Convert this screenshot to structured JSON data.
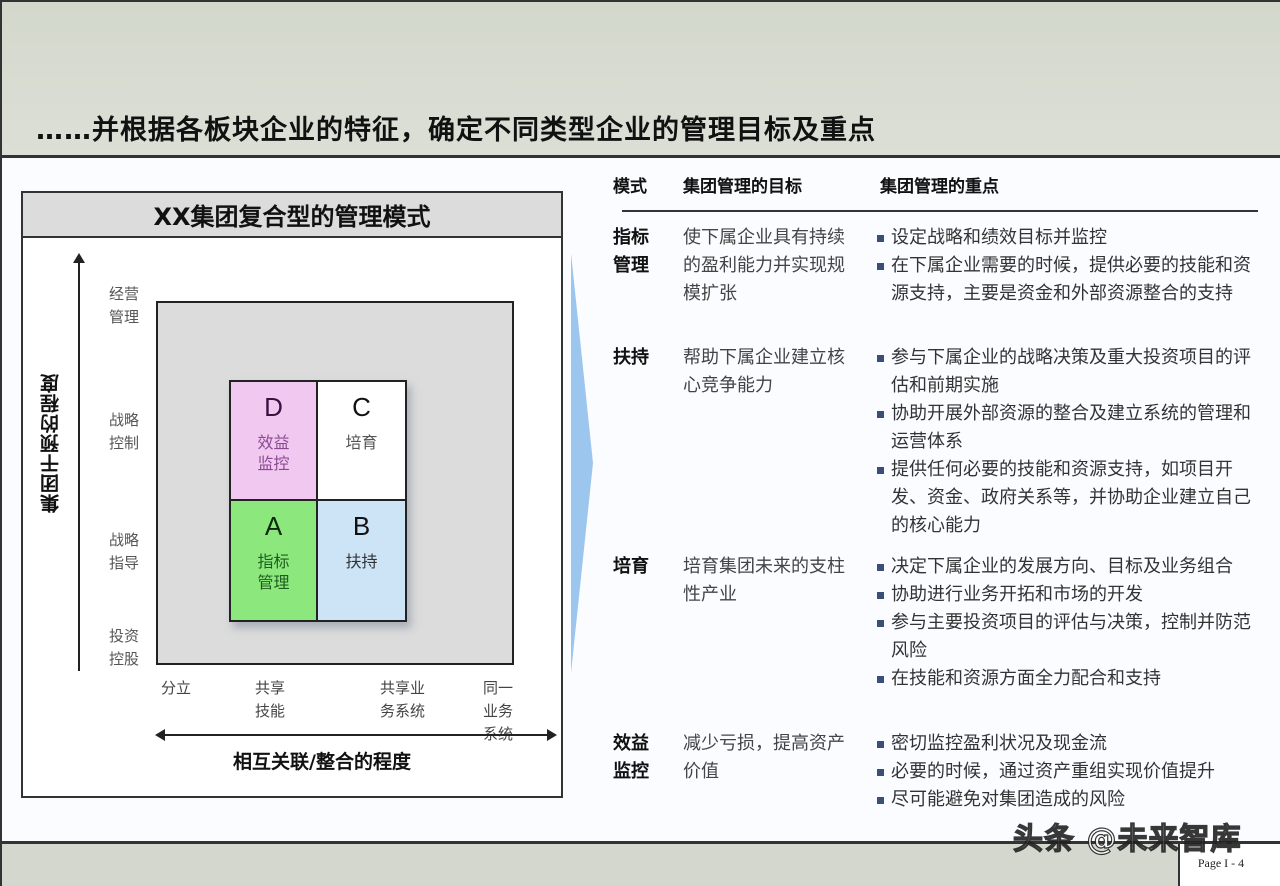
{
  "slide": {
    "title": "……并根据各板块企业的特征，确定不同类型企业的管理目标及重点",
    "page_number": "Page I - 4",
    "watermark": "头条 @未来智库"
  },
  "diagram": {
    "title": "XX集团复合型的管理模式",
    "y_axis_title": "集团干预的程度",
    "x_axis_title": "相互关联/整合的程度",
    "y_ticks": [
      {
        "label": "经营\n管理"
      },
      {
        "label": "战略\n控制"
      },
      {
        "label": "战略\n指导"
      },
      {
        "label": "投资\n控股"
      }
    ],
    "x_ticks": [
      {
        "label": "分立"
      },
      {
        "label": "共享\n技能"
      },
      {
        "label": "共享业\n务系统"
      },
      {
        "label": "同一\n业务\n系统"
      }
    ],
    "quadrants": {
      "d": {
        "letter": "D",
        "label": "效益\n监控",
        "color": "#f0c8f0"
      },
      "c": {
        "letter": "C",
        "label": "培育",
        "color": "#ffffff"
      },
      "a": {
        "letter": "A",
        "label": "指标\n管理",
        "color": "#8ce87c"
      },
      "b": {
        "letter": "B",
        "label": "扶持",
        "color": "#cde4f7"
      }
    }
  },
  "table": {
    "headers": {
      "mode": "模式",
      "goal": "集团管理的目标",
      "focus": "集团管理的重点"
    },
    "rows": [
      {
        "mode": "指标\n管理",
        "goal": "使下属企业具有持续的盈利能力并实现规模扩张",
        "focus": [
          "设定战略和绩效目标并监控",
          "在下属企业需要的时候，提供必要的技能和资源支持，主要是资金和外部资源整合的支持"
        ]
      },
      {
        "mode": "扶持",
        "goal": "帮助下属企业建立核心竞争能力",
        "focus": [
          "参与下属企业的战略决策及重大投资项目的评估和前期实施",
          "协助开展外部资源的整合及建立系统的管理和运营体系",
          "提供任何必要的技能和资源支持，如项目开发、资金、政府关系等，并协助企业建立自己的核心能力"
        ]
      },
      {
        "mode": "培育",
        "goal": "培育集团未来的支柱性产业",
        "focus": [
          "决定下属企业的发展方向、目标及业务组合",
          "协助进行业务开拓和市场的开发",
          "参与主要投资项目的评估与决策，控制并防范风险",
          "在技能和资源方面全力配合和支持"
        ]
      },
      {
        "mode": "效益\n监控",
        "goal": "减少亏损，提高资产价值",
        "focus": [
          "密切监控盈利状况及现金流",
          "必要的时候，通过资产重组实现价值提升",
          "尽可能避免对集团造成的风险"
        ]
      }
    ]
  },
  "colors": {
    "band": "#d3d8cc",
    "chevron": "#9cc6ee",
    "bullet": "#3a4e7a"
  }
}
